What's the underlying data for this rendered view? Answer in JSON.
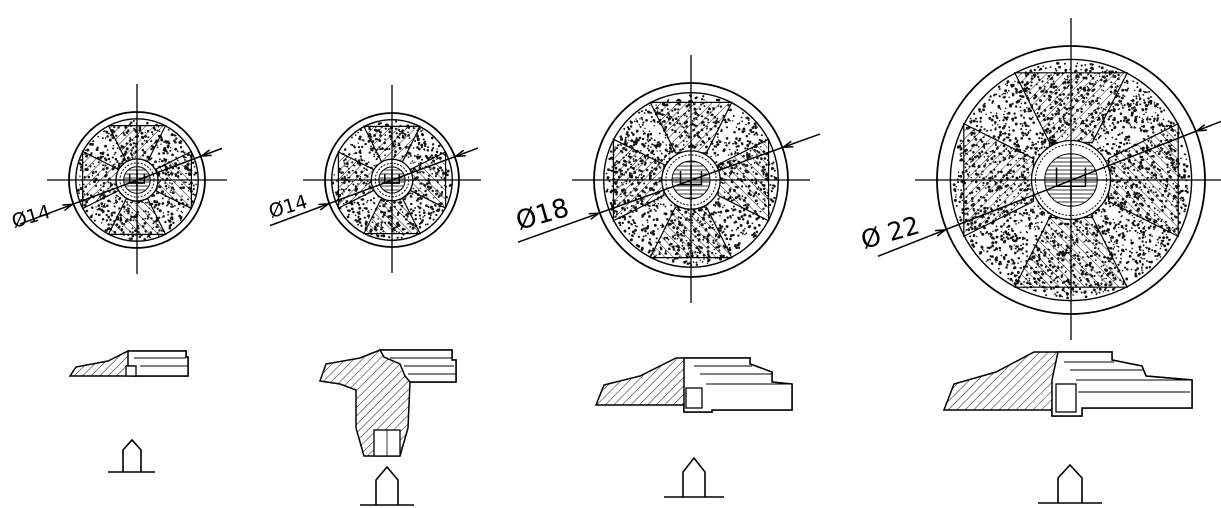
{
  "figure": {
    "views": [
      {
        "id": "view-1",
        "diameter_label": "Ø14",
        "pin_style": "short"
      },
      {
        "id": "view-2",
        "diameter_label": "Ø14",
        "pin_style": "long"
      },
      {
        "id": "view-3",
        "diameter_label": "Ø18",
        "pin_style": "short"
      },
      {
        "id": "view-4",
        "diameter_label": "Ø 22",
        "pin_style": "short"
      }
    ],
    "colors": {
      "line": "#000000",
      "hatch": "#333333",
      "fill": "#ffffff",
      "speckle": "#111111"
    },
    "icons": [
      "cross-emblem",
      "section-profile",
      "arrow-pin-symbol"
    ]
  }
}
